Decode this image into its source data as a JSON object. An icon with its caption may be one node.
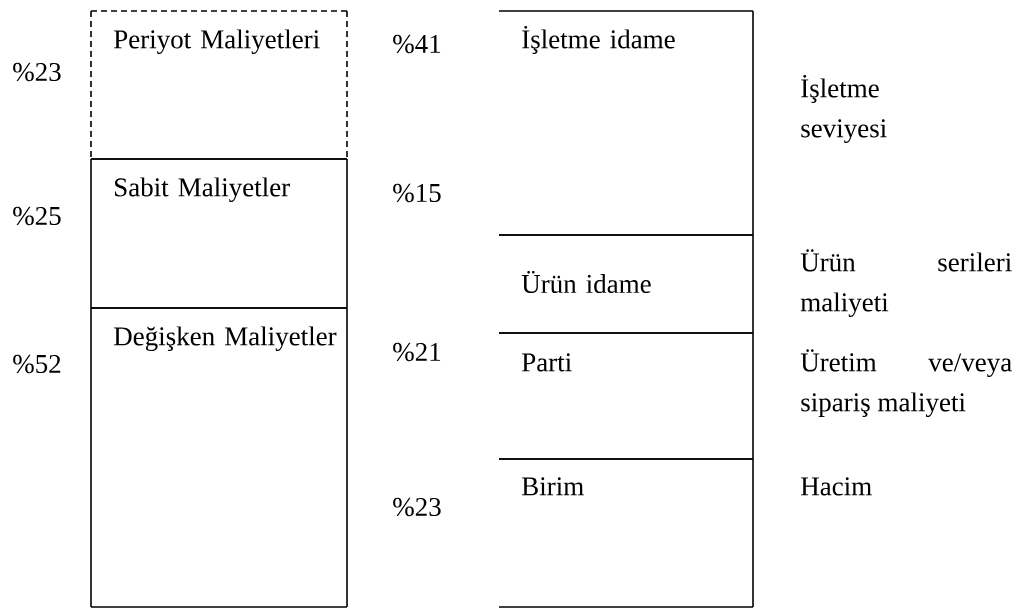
{
  "diagram": {
    "nodes": [
      {
        "text": [
          "Periyot Maliyetleri"
        ]
      },
      {
        "text": [
          "Sabit Maliyetler"
        ]
      },
      {
        "text": [
          "Değişken Maliyetler"
        ]
      },
      {
        "text": [
          "İşletme idame"
        ],
        "beside": [
          "İşletme seviyesi"
        ]
      },
      {
        "text": [
          "Ürün idame"
        ],
        "beside": [
          "Ürün serileri maliyeti"
        ]
      },
      {
        "text": [
          "Parti"
        ],
        "beside": [
          "Üretim ve/veya sipariş maliyeti"
        ]
      },
      {
        "text": [
          "Birim"
        ],
        "beside": [
          "Hacim"
        ]
      }
    ],
    "labels": [
      "%23",
      "%25",
      "%52",
      "%41",
      "%15",
      "%21",
      "%23"
    ]
  }
}
